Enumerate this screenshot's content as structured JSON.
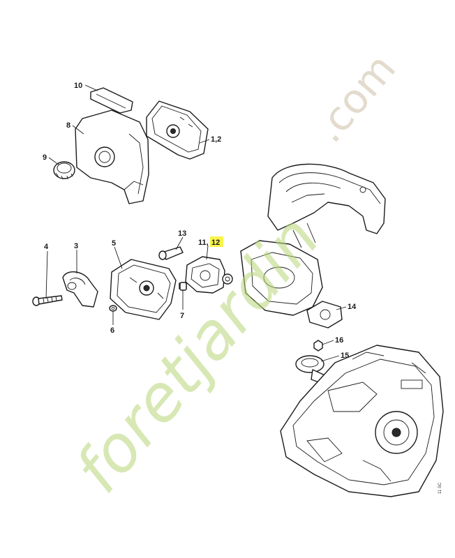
{
  "diagram": {
    "callouts": [
      {
        "id": "c10",
        "text": "10"
      },
      {
        "id": "c8",
        "text": "8"
      },
      {
        "id": "c9",
        "text": "9"
      },
      {
        "id": "c12a",
        "text": "1,2"
      },
      {
        "id": "c13",
        "text": "13"
      },
      {
        "id": "c1112a",
        "text": "11,"
      },
      {
        "id": "c1112b",
        "text": "12"
      },
      {
        "id": "c4",
        "text": "4"
      },
      {
        "id": "c3",
        "text": "3"
      },
      {
        "id": "c5",
        "text": "5"
      },
      {
        "id": "c7",
        "text": "7"
      },
      {
        "id": "c6",
        "text": "6"
      },
      {
        "id": "c14",
        "text": "14"
      },
      {
        "id": "c16",
        "text": "16"
      },
      {
        "id": "c15",
        "text": "15"
      }
    ],
    "highlight_color": "#f7f44a",
    "sheet_code": "11 SC"
  },
  "watermark": {
    "text": "foretjardin",
    "tail": ".com",
    "color": "#b9d77a",
    "accent_color": "#f2b35c"
  }
}
